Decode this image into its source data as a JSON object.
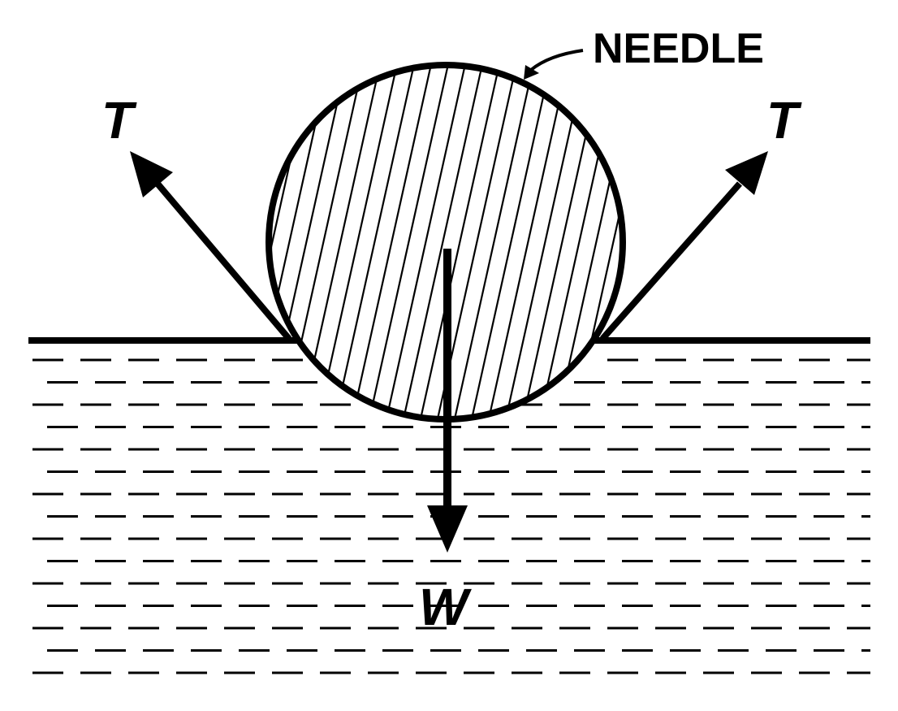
{
  "labels": {
    "needle": "NEEDLE",
    "tension_left": "T",
    "tension_right": "T",
    "weight": "W"
  },
  "colors": {
    "ink": "#000000",
    "background": "#ffffff"
  }
}
